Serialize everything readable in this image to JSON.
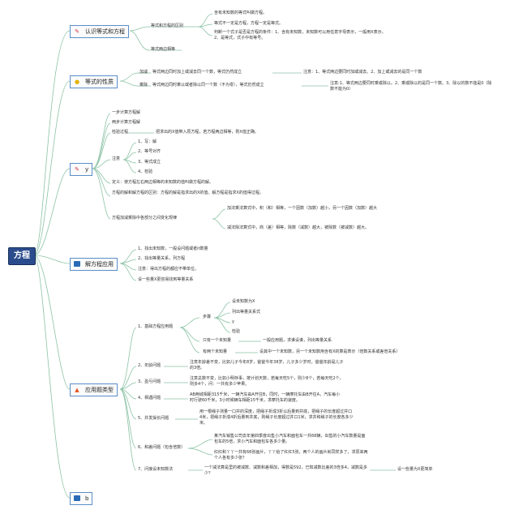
{
  "root": "方程",
  "topics": {
    "t1": {
      "label": "认识等式和方程",
      "icon": "pencil-icon",
      "children": {
        "a": "等式和方程的区别",
        "a1": "含有未知数的等式叫做方程。",
        "a2": "等式不一定是方程，方程一定是等式。",
        "a3": "判断一个式子是否是方程的条件：1、含有未知数，未知数可以用任意字母表示，一般用X表示。2、是等式，式子中有等号。",
        "b": "等式两边相等"
      }
    },
    "t2": {
      "label": "等式的性质",
      "icon": "bulb-icon",
      "children": {
        "add": "加减",
        "add_desc": "等式两边同时加上或减去同一个数，等式仍然成立",
        "add_note": "注意：1、等式两边要同时加或减去。2、加上或减去的是同一个数",
        "mul": "乘除",
        "mul_desc": "等式两边同时乘以或者除以同一个数（不为零），等式仍然成立",
        "mul_note": "注意:1、等式两边要同时乘或除以。2、乘或除以的是同一个数。3、除以的数不能是0（除数不能为0）"
      }
    },
    "t3": {
      "label": "y",
      "icon": "pencil-icon",
      "children": {
        "c1": "一步计算方程解",
        "c2": "两步计算方程解",
        "c3": "检验过程",
        "c3_desc": "把求出的X值带入原方程，若方程两边相等，则X值正确。",
        "note": "注意",
        "n1": "1、写：解",
        "n2": "2、等号对齐",
        "n3": "3、等式成立",
        "n4": "4、检验",
        "def1": "定义：使方程左右两边相等的未知数的值叫做方程的解。",
        "def2": "方程的解和解方程的区别：方程的解是指求出的X的值。解方程是指求X的值得过程。",
        "rule": "方程加减乘除中各部分之间变化规律",
        "r1": "加法乘法算式中，积（和）相等，一个因数（加数）越小，另一个因数（加数）越大",
        "r2": "减法除法算式中，商（差）相等，除数（减数）越大，被除数（被减数）越大。"
      }
    },
    "t4": {
      "label": "解方程应用",
      "icon": "flag-icon",
      "children": {
        "s1": "1、找出未知数，一般设问题或者it数量",
        "s2": "2、找出等量关系，列方程",
        "s3": "注意：得出方程的都应不带单位。",
        "s4": "设一些量X更容易找到等量关系"
      }
    },
    "t5": {
      "label": "应用题类型",
      "icon": "fire-icon",
      "children": {
        "p1": "1、基础方程应用题",
        "steps": "步骤",
        "st1": "设未知数为X",
        "st2": "列出等量关系式",
        "st3": "y",
        "st4": "检验",
        "one": "只有一个未知量",
        "one_desc": "一般应用题，求谁设谁，列出等量关系",
        "two": "有两个未知量",
        "two_desc": "设其中一个未知数，另一个未知数用含有X的算是表示（倍数关系或差倍关系）",
        "p2": "2、年龄问题",
        "p2_desc": "注意年龄差不变，比如儿子今年8岁，爸爸今年38岁，儿子多少岁时，爸爸年龄是儿子的3倍。",
        "p3": "3、盈亏问题",
        "p3_desc": "注意总数不变，比如小明存事，按计划天数，若每天吃5个，则少8个，若每天吃2个，则多4个，问：一共有多少苹果。",
        "p4": "4、相遇问题",
        "p4_desc": "AB两城相距315千米，一辆汽车由A开往B，同时，一辆摩托车由B开往A，汽车每小时行驶60千米，3小时候辆车相距15千米，求摩托车的速度。",
        "p5": "5、并发操长问题",
        "p5_desc": "用一根绳子测量一口井的深度，把绳子折成3折以后量到井底，把绳子的长度超过井口4米，把绳子折成4折后量到井底，则绳子长度超过井口1米，求井和绳子的长度各多少米。",
        "p6": "6、和差问题（包含倍数）",
        "p6_a": "某汽车销售公司去年第四季度出售小汽车和面包车一共68辆，出售的小汽车数量是面包车的5倍，求小汽车和面包车各多少量。",
        "p6_b": "红红和丫丫一共有68张画片，丫丫给了红红5张，两个人的画片就同样多了，求原来两个人各有多少张？",
        "p7": "7、问接设未知数法",
        "p7_desc": "一个减法算是里的被减数、减数和差相加，得数是592，已知减数比差的3倍多4，减数是多少？",
        "p7_tip": "设一些量为X更简单"
      }
    },
    "t6": {
      "label": "b",
      "icon": "flag-icon"
    }
  },
  "colors": {
    "line": "#8cc3a6",
    "root_bg": "#2b4c8c",
    "topic_border": "#5b8ec9"
  }
}
